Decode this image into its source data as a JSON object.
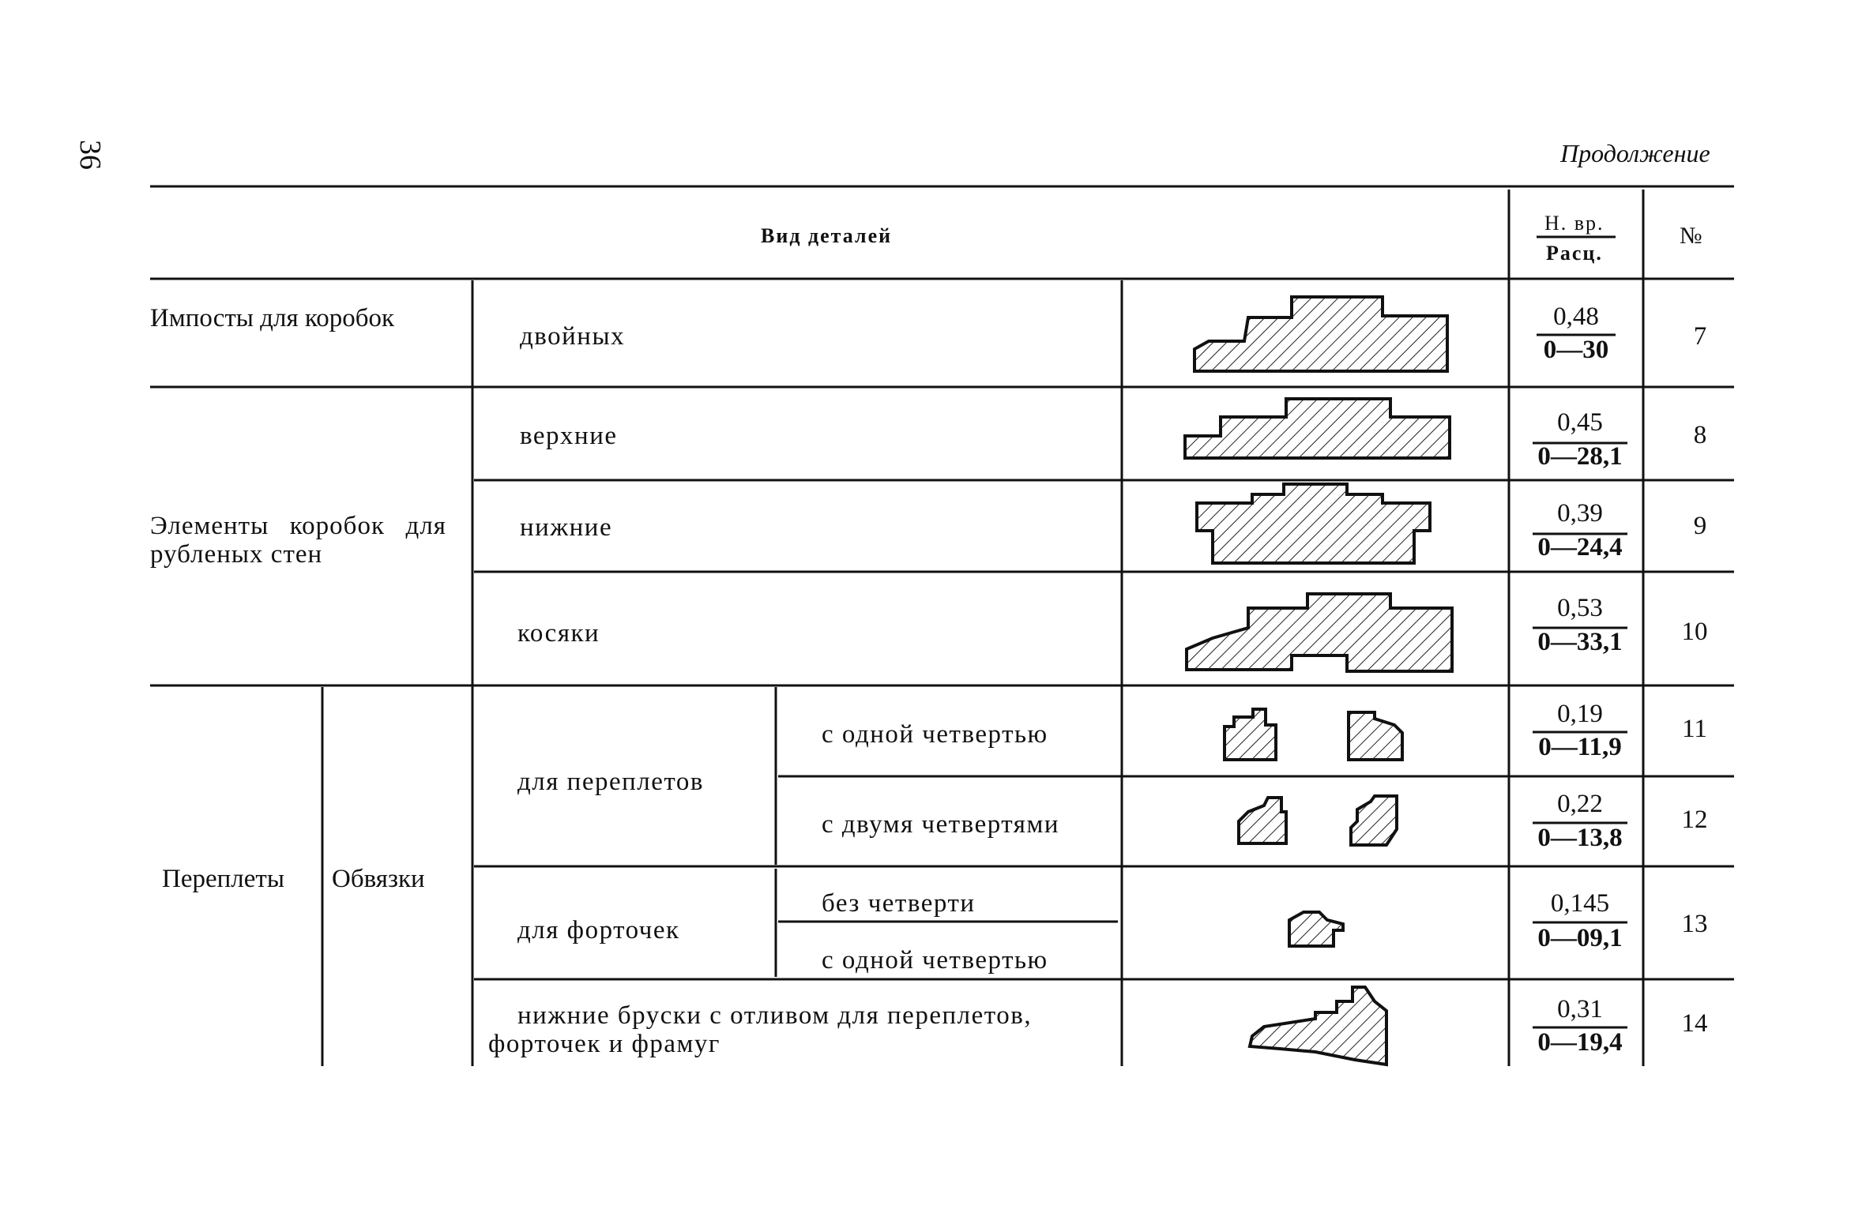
{
  "page_number": "36",
  "continuation": "Продолжение",
  "header": {
    "kind": "Вид деталей",
    "norm_top": "Н. вр.",
    "norm_bottom": "Расц.",
    "no": "№"
  },
  "groups": {
    "imposts": "Импосты для коробок",
    "frame_elements": "Элементы коробок для рубленых стен",
    "sashes": "Переплеты",
    "rails": "Обвязки",
    "for_sashes": "для переплетов",
    "for_vents": "для форточек"
  },
  "rows": [
    {
      "label": "двойных",
      "norm": "0,48",
      "rate": "0—30",
      "no": "7"
    },
    {
      "label": "верхние",
      "norm": "0,45",
      "rate": "0—28,1",
      "no": "8"
    },
    {
      "label": "нижние",
      "norm": "0,39",
      "rate": "0—24,4",
      "no": "9"
    },
    {
      "label": "косяки",
      "norm": "0,53",
      "rate": "0—33,1",
      "no": "10"
    },
    {
      "label": "с одной четвертью",
      "norm": "0,19",
      "rate": "0—11,9",
      "no": "11"
    },
    {
      "label": "с двумя четвертями",
      "norm": "0,22",
      "rate": "0—13,8",
      "no": "12"
    },
    {
      "label": "без четверти",
      "label2": "с одной четвертью",
      "norm": "0,145",
      "rate": "0—09,1",
      "no": "13"
    },
    {
      "label": "нижние бруски с отливом для переплетов,",
      "label2": "форточек и фрамуг",
      "norm": "0,31",
      "rate": "0—19,4",
      "no": "14"
    }
  ]
}
